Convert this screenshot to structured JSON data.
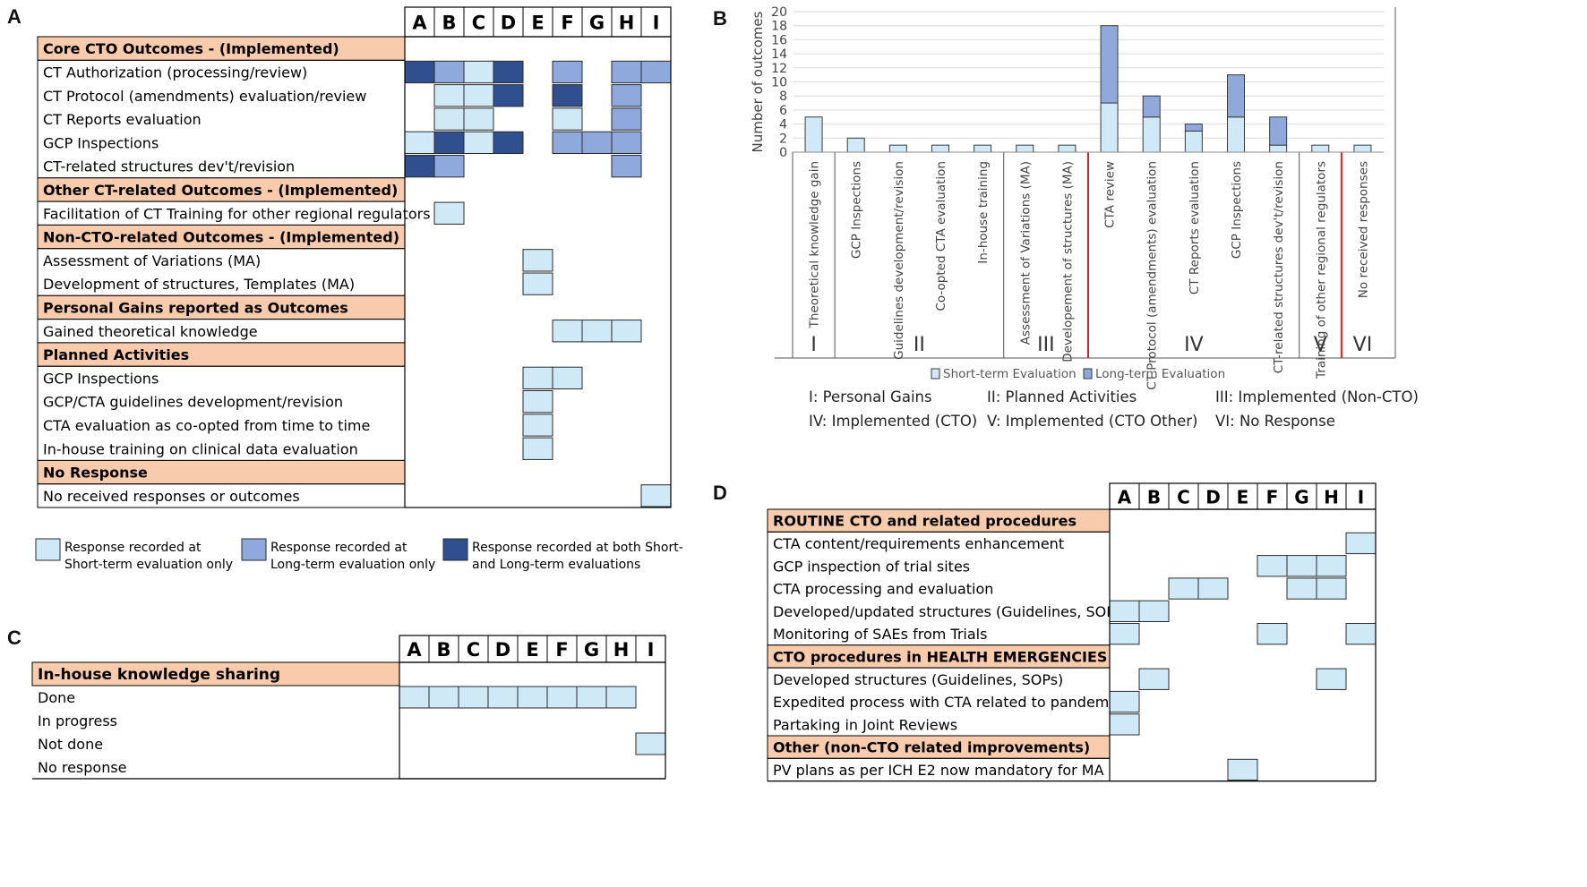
{
  "panels": {
    "a": "A",
    "b": "B",
    "c": "C",
    "d": "D"
  },
  "colors": {
    "header_bg": "#f8cbad",
    "short": "#cfe9f7",
    "long": "#8fa9dc",
    "both": "#2f4f8f",
    "red": "#e02020",
    "grid": "#d9d9d9",
    "bar_border": "#3a3a3a"
  },
  "panel_a": {
    "columns": [
      "A",
      "B",
      "C",
      "D",
      "E",
      "F",
      "G",
      "H",
      "I"
    ],
    "sections": [
      {
        "header": "Core CTO Outcomes - (Implemented)",
        "rows": [
          {
            "label": "CT Authorization (processing/review)",
            "cells": [
              "both",
              "long",
              "short",
              "both",
              "",
              "long",
              "",
              "long",
              "long"
            ]
          },
          {
            "label": "CT Protocol (amendments) evaluation/review",
            "cells": [
              "",
              "short",
              "short",
              "both",
              "",
              "both",
              "",
              "long",
              ""
            ]
          },
          {
            "label": "CT Reports evaluation",
            "cells": [
              "",
              "short",
              "short",
              "",
              "",
              "short",
              "",
              "long",
              ""
            ]
          },
          {
            "label": "GCP Inspections",
            "cells": [
              "short",
              "both",
              "short",
              "both",
              "",
              "long",
              "long",
              "long",
              ""
            ]
          },
          {
            "label": "CT-related structures dev't/revision",
            "cells": [
              "both",
              "long",
              "",
              "",
              "",
              "",
              "",
              "long",
              ""
            ]
          }
        ]
      },
      {
        "header": "Other CT-related Outcomes - (Implemented)",
        "rows": [
          {
            "label": "Facilitation of CT Training for other regional regulators",
            "cells": [
              "",
              "short",
              "",
              "",
              "",
              "",
              "",
              "",
              ""
            ]
          }
        ]
      },
      {
        "header": "Non-CTO-related Outcomes - (Implemented)",
        "rows": [
          {
            "label": "Assessment of Variations (MA)",
            "cells": [
              "",
              "",
              "",
              "",
              "short",
              "",
              "",
              "",
              ""
            ]
          },
          {
            "label": "Development of structures, Templates (MA)",
            "cells": [
              "",
              "",
              "",
              "",
              "short",
              "",
              "",
              "",
              ""
            ]
          }
        ]
      },
      {
        "header": "Personal Gains reported as Outcomes",
        "rows": [
          {
            "label": "Gained theoretical  knowledge",
            "cells": [
              "",
              "",
              "",
              "",
              "",
              "short",
              "short",
              "short",
              ""
            ]
          }
        ]
      },
      {
        "header": "Planned Activities",
        "rows": [
          {
            "label": "GCP Inspections",
            "cells": [
              "",
              "",
              "",
              "",
              "short",
              "short",
              "",
              "",
              ""
            ]
          },
          {
            "label": "GCP/CTA guidelines development/revision",
            "cells": [
              "",
              "",
              "",
              "",
              "short",
              "",
              "",
              "",
              ""
            ]
          },
          {
            "label": "CTA evaluation as co-opted from time to time",
            "cells": [
              "",
              "",
              "",
              "",
              "short",
              "",
              "",
              "",
              ""
            ]
          },
          {
            "label": "In-house training on clinical data evaluation",
            "cells": [
              "",
              "",
              "",
              "",
              "short",
              "",
              "",
              "",
              ""
            ]
          }
        ]
      },
      {
        "header": "No Response",
        "rows": [
          {
            "label": "No received responses or outcomes",
            "cells": [
              "",
              "",
              "",
              "",
              "",
              "",
              "",
              "",
              "short"
            ]
          }
        ]
      }
    ],
    "legend": [
      {
        "key": "short",
        "line1": "Response recorded at",
        "line2": "Short-term evaluation only"
      },
      {
        "key": "long",
        "line1": "Response recorded at",
        "line2": "Long-term evaluation only"
      },
      {
        "key": "both",
        "line1": "Response recorded at both Short-",
        "line2": "and Long-term evaluations"
      }
    ]
  },
  "panel_c": {
    "columns": [
      "A",
      "B",
      "C",
      "D",
      "E",
      "F",
      "G",
      "H",
      "I"
    ],
    "header": "In-house knowledge sharing",
    "rows": [
      {
        "label": "Done",
        "cells": [
          "short",
          "short",
          "short",
          "short",
          "short",
          "short",
          "short",
          "short",
          ""
        ]
      },
      {
        "label": "In progress",
        "cells": [
          "",
          "",
          "",
          "",
          "",
          "",
          "",
          "",
          ""
        ]
      },
      {
        "label": "Not done",
        "cells": [
          "",
          "",
          "",
          "",
          "",
          "",
          "",
          "",
          "short"
        ]
      },
      {
        "label": "No response",
        "cells": [
          "",
          "",
          "",
          "",
          "",
          "",
          "",
          "",
          ""
        ]
      }
    ]
  },
  "panel_d": {
    "columns": [
      "A",
      "B",
      "C",
      "D",
      "E",
      "F",
      "G",
      "H",
      "I"
    ],
    "sections": [
      {
        "header": "ROUTINE CTO and related procedures",
        "rows": [
          {
            "label": "CTA content/requirements enhancement",
            "cells": [
              "",
              "",
              "",
              "",
              "",
              "",
              "",
              "",
              "short"
            ]
          },
          {
            "label": "GCP inspection of trial sites",
            "cells": [
              "",
              "",
              "",
              "",
              "",
              "short",
              "short",
              "short",
              ""
            ]
          },
          {
            "label": "CTA processing and evaluation",
            "cells": [
              "",
              "",
              "short",
              "short",
              "",
              "",
              "short",
              "short",
              ""
            ]
          },
          {
            "label": "Developed/updated structures (Guidelines, SOPs)",
            "cells": [
              "short",
              "short",
              "",
              "",
              "",
              "",
              "",
              "",
              ""
            ]
          },
          {
            "label": "Monitoring of SAEs from Trials",
            "cells": [
              "short",
              "",
              "",
              "",
              "",
              "short",
              "",
              "",
              "short"
            ]
          }
        ]
      },
      {
        "header": "CTO procedures in HEALTH EMERGENCIES",
        "rows": [
          {
            "label": "Developed structures (Guidelines, SOPs)",
            "cells": [
              "",
              "short",
              "",
              "",
              "",
              "",
              "",
              "short",
              ""
            ]
          },
          {
            "label": "Expedited process with CTA related to pandemics",
            "cells": [
              "short",
              "",
              "",
              "",
              "",
              "",
              "",
              "",
              ""
            ]
          },
          {
            "label": "Partaking in Joint Reviews",
            "cells": [
              "short",
              "",
              "",
              "",
              "",
              "",
              "",
              "",
              ""
            ]
          }
        ]
      },
      {
        "header": "Other (non-CTO related improvements)",
        "rows": [
          {
            "label": "PV plans as per ICH E2 now mandatory for MA",
            "cells": [
              "",
              "",
              "",
              "",
              "short",
              "",
              "",
              "",
              ""
            ]
          }
        ]
      }
    ]
  },
  "chart_data": {
    "type": "bar",
    "stacked": true,
    "ylabel": "Number of outcomes",
    "ylim": [
      0,
      20
    ],
    "yticks": [
      0,
      2,
      4,
      6,
      8,
      10,
      12,
      14,
      16,
      18,
      20
    ],
    "grid": true,
    "categories": [
      "Theoretical knowledge gain",
      "GCP Inspections",
      "Guidelines development/revision",
      "Co-opted CTA evaluation",
      "In-house training",
      "Assessment of Variations (MA)",
      "Developement of structures (MA)",
      "CTA review",
      "CT Protocol (amendments) evaluation",
      "CT Reports evaluation",
      "GCP Inspections",
      "CT-related structures dev't/revision",
      "Training of other regional regulators",
      "No received responses"
    ],
    "series": [
      {
        "name": "Short-term Evaluation",
        "values": [
          5,
          2,
          1,
          1,
          1,
          1,
          1,
          7,
          5,
          3,
          5,
          1,
          1,
          1
        ]
      },
      {
        "name": "Long-term Evaluation",
        "values": [
          0,
          0,
          0,
          0,
          0,
          0,
          0,
          11,
          3,
          1,
          6,
          4,
          0,
          0
        ]
      }
    ],
    "groups": [
      {
        "label": "I",
        "start": 0,
        "end": 0
      },
      {
        "label": "II",
        "start": 1,
        "end": 4
      },
      {
        "label": "III",
        "start": 5,
        "end": 6
      },
      {
        "label": "IV",
        "start": 7,
        "end": 11
      },
      {
        "label": "V",
        "start": 12,
        "end": 12
      },
      {
        "label": "VI",
        "start": 13,
        "end": 13
      }
    ],
    "group_key": [
      [
        "I: Personal Gains",
        "II: Planned Activities",
        "III: Implemented (Non-CTO)"
      ],
      [
        "IV: Implemented (CTO)",
        "V: Implemented (CTO Other)",
        "VI: No Response"
      ]
    ]
  }
}
